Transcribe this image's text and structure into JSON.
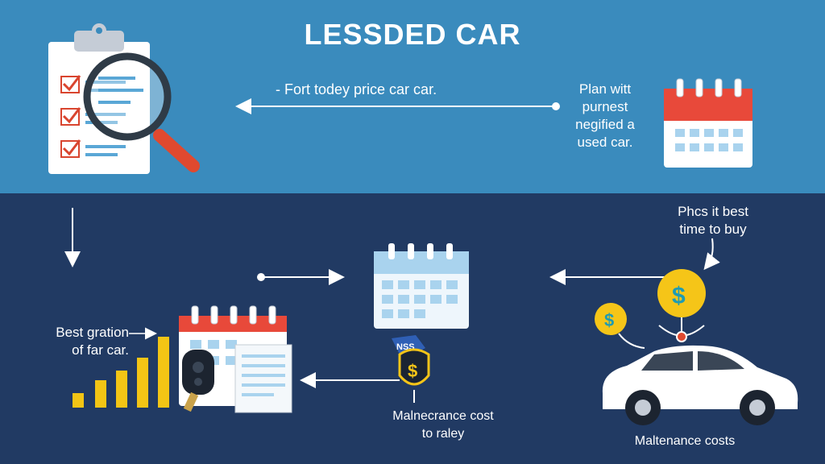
{
  "title": "LESSDED CAR",
  "labels": {
    "top_caption": "- Fort todey price car car.",
    "right_caption": [
      "Plan witt",
      "purnest",
      "negified a",
      "used car."
    ],
    "buy_caption": [
      "Phcs it best",
      "time to buy"
    ],
    "best_caption": [
      "Best gration",
      "of far car."
    ],
    "maint_cost_caption": [
      "Malnecrance cost",
      "to raley"
    ],
    "maint_costs_caption": "Maltenance costs"
  },
  "icon_text": {
    "tag": "NSS"
  },
  "colors": {
    "top_band": "#3a8bbd",
    "bottom_band": "#213a63",
    "calendar_red": "#e8493a",
    "calendar_blue": "#a9d3ee",
    "coin_yellow": "#f5c518",
    "bar_yellow": "#f3c515",
    "check_red": "#d9452f"
  },
  "icons": [
    "clipboard-icon",
    "magnifier-icon",
    "calendar-icon",
    "bar-chart-icon",
    "car-key-icon",
    "dollar-coin-icon",
    "price-tag-icon",
    "car-icon"
  ]
}
